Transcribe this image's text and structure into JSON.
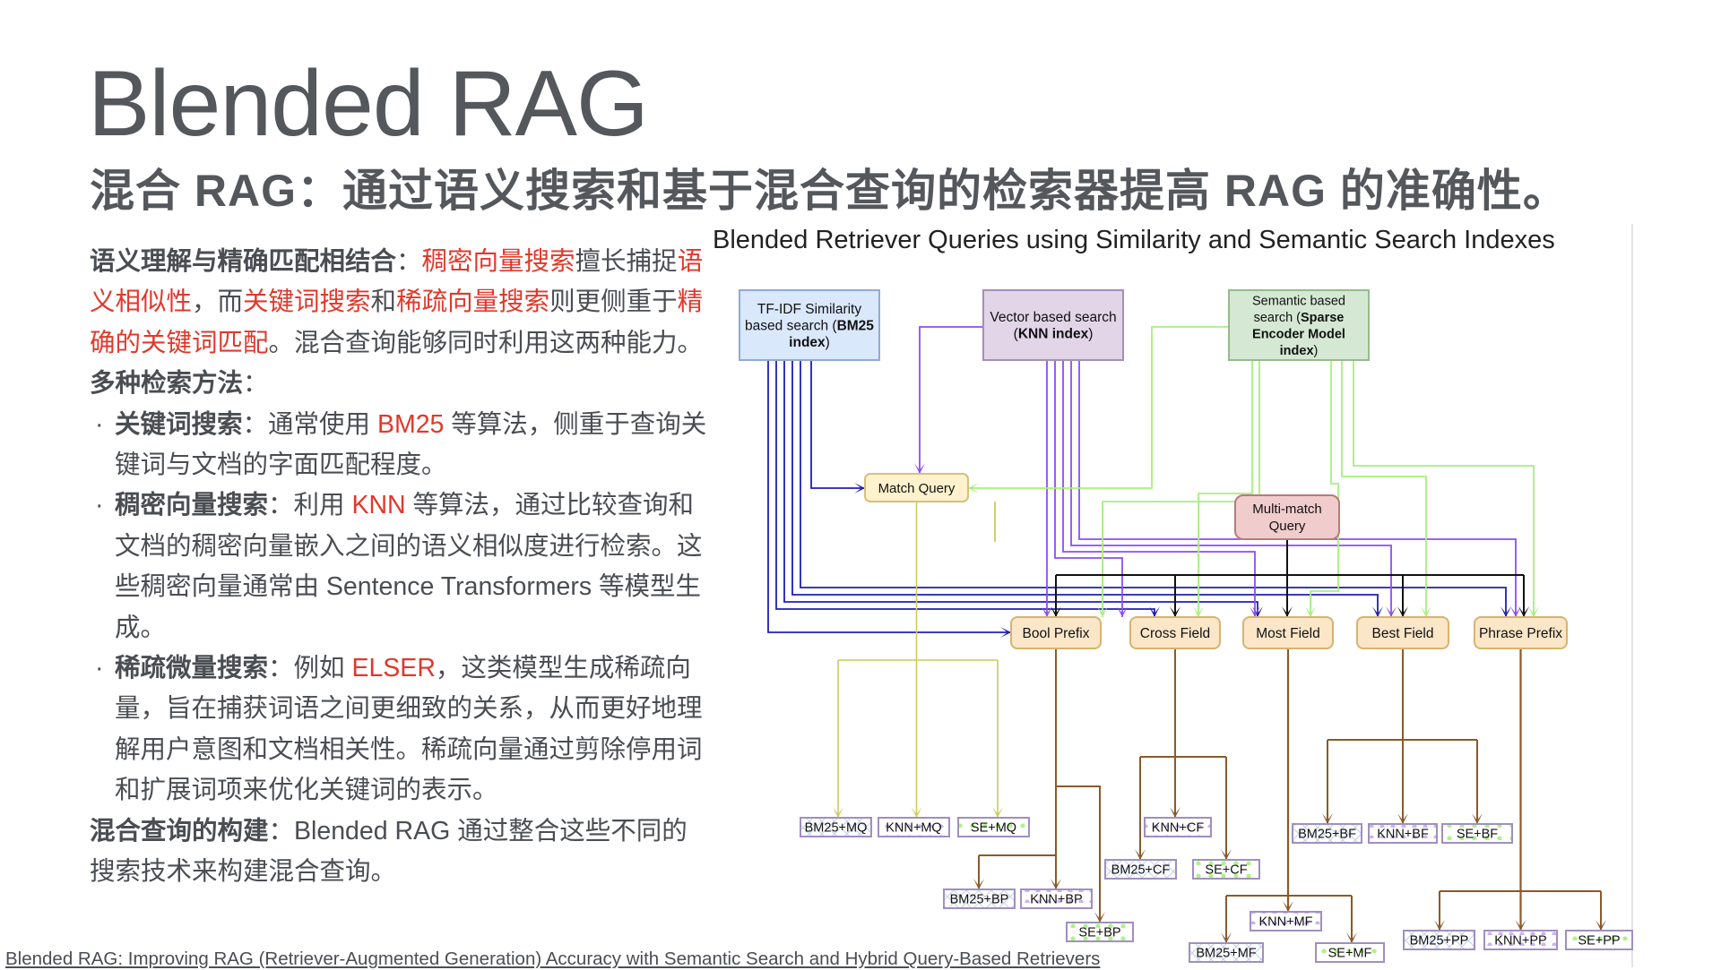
{
  "slide": {
    "title": "Blended RAG",
    "subtitle": "混合 RAG：通过语义搜索和基于混合查询的检索器提高 RAG 的准确性。",
    "footer_link": "Blended RAG: Improving RAG (Retriever-Augmented Generation) Accuracy with Semantic Search and Hybrid Query-Based Retrievers"
  },
  "body": {
    "p1": {
      "head": "语义理解与精确匹配相结合",
      "colon": "：",
      "t1": "稠密向量搜索",
      "t2": "擅长捕捉",
      "t3": "语义相似性",
      "t4": "，而",
      "t5": "关键词搜索",
      "t6": "和",
      "t7": "稀疏向量搜索",
      "t8": "则更侧重于",
      "t9": "精确的关键词匹配",
      "t10": "。混合查询能够同时利用这两种能力。"
    },
    "p2": {
      "head": "多种检索方法",
      "colon": "："
    },
    "bullets": [
      {
        "dot": "·",
        "head": "关键词搜索",
        "pre": "：通常使用 ",
        "hl": "BM25",
        "post": " 等算法，侧重于查询关键词与文档的字面匹配程度。"
      },
      {
        "dot": "·",
        "head": "稠密向量搜索",
        "pre": "：利用 ",
        "hl": "KNN",
        "post": " 等算法，通过比较查询和文档的稠密向量嵌入之间的语义相似度进行检索。这些稠密向量通常由 Sentence Transformers 等模型生成。"
      },
      {
        "dot": "·",
        "head": "稀疏微量搜索",
        "pre": "：例如 ",
        "hl": "ELSER",
        "post": "，这类模型生成稀疏向量，旨在捕获词语之间更细致的关系，从而更好地理解用户意图和文档相关性。稀疏向量通过剪除停用词和扩展词项来优化关键词的表示。"
      }
    ],
    "p3": {
      "head": "混合查询的构建",
      "rest": "：Blended RAG 通过整合这些不同的搜索技术来构建混合查询。"
    }
  },
  "diagram": {
    "title": "Blended Retriever Queries using Similarity and Semantic Search Indexes",
    "sources": [
      {
        "id": "bm25",
        "lines": [
          [
            "TF-IDF Similarity",
            ""
          ],
          [
            "based search (",
            "BM25"
          ],
          [
            "",
            "index",
            ")"
          ]
        ],
        "fill": "#dae8fc",
        "stroke": "#8eaad8"
      },
      {
        "id": "knn",
        "lines": [
          [
            "Vector based search",
            ""
          ],
          [
            "(",
            "KNN index",
            ")"
          ]
        ],
        "fill": "#e1d5e7",
        "stroke": "#a58fb8"
      },
      {
        "id": "se",
        "lines": [
          [
            "Semantic based",
            ""
          ],
          [
            "search (",
            "Sparse"
          ],
          [
            "",
            "Encoder Model"
          ],
          [
            "",
            "index",
            ")"
          ]
        ],
        "fill": "#d5e8d4",
        "stroke": "#94bb8c"
      }
    ],
    "match_query": "Match Query",
    "multi_match": [
      "Multi-match",
      "Query"
    ],
    "query_types": [
      "Bool Prefix",
      "Cross Field",
      "Most Field",
      "Best Field",
      "Phrase Prefix"
    ],
    "results": {
      "mq": [
        "BM25+MQ",
        "KNN+MQ",
        "SE+MQ"
      ],
      "bp": [
        "BM25+BP",
        "KNN+BP",
        "SE+BP"
      ],
      "cf": [
        "BM25+CF",
        "KNN+CF",
        "SE+CF"
      ],
      "mf": [
        "BM25+MF",
        "KNN+MF",
        "SE+MF"
      ],
      "bf": [
        "BM25+BF",
        "KNN+BF",
        "SE+BF"
      ],
      "pp": [
        "BM25+PP",
        "KNN+PP",
        "SE+PP"
      ]
    },
    "colors": {
      "bm25_line": "#1f1fb5",
      "knn_line": "#8b4ff0",
      "se_line": "#a6f07a",
      "multi_line": "#111111",
      "result_line": "#8a5a2b",
      "mq_line": "#c9cc5a",
      "query_fill": "#fbe6c8",
      "query_stroke": "#d6b370",
      "match_fill": "#fff2cc",
      "match_stroke": "#d6c07a",
      "multi_fill": "#f1cccc",
      "multi_stroke": "#b87a7a",
      "result_stroke": "#a08fc0"
    }
  }
}
